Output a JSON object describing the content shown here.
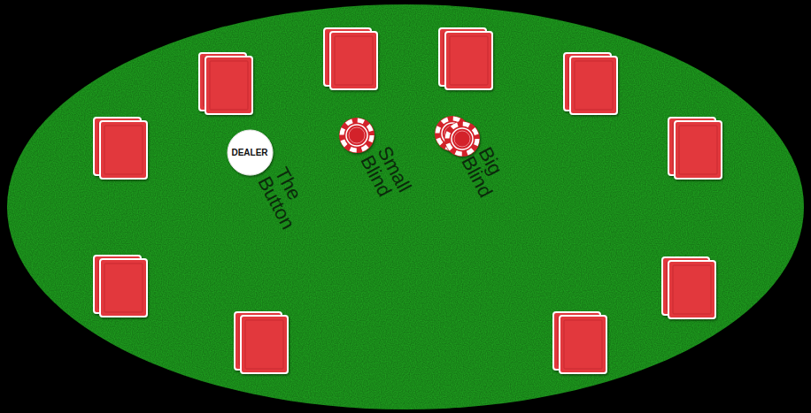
{
  "diagram": {
    "nodes": [
      {
        "text": [
          "DEALER"
        ]
      }
    ],
    "labels": [
      "The Button",
      "Small Blind",
      "Big Blind"
    ]
  }
}
